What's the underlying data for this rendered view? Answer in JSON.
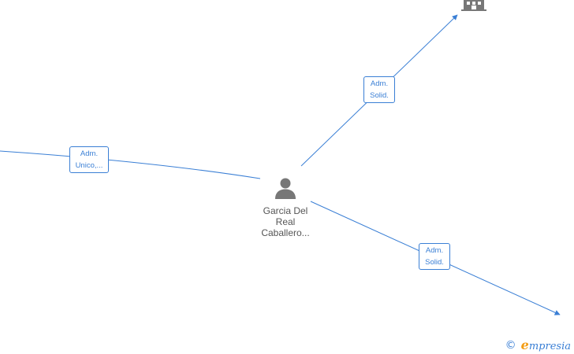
{
  "person": {
    "icon": "person-icon",
    "name_lines": [
      "Garcia Del",
      "Real",
      "Caballero..."
    ]
  },
  "company": {
    "icon": "building-icon"
  },
  "edges": [
    {
      "label_lines": [
        "Adm.",
        "Unico,..."
      ]
    },
    {
      "label_lines": [
        "Adm.",
        "Solid."
      ]
    },
    {
      "label_lines": [
        "Adm.",
        "Solid."
      ]
    }
  ],
  "footer": {
    "copyright_symbol": "©",
    "brand_initial": "e",
    "brand_rest": "mpresia"
  },
  "colors": {
    "edge": "#3a7fd5",
    "node_icon": "#777777",
    "brand_accent": "#f39c12"
  }
}
